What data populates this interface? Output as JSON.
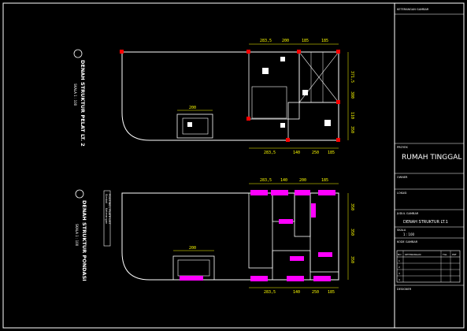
{
  "drawing": {
    "plan_top": {
      "title": "DENAH STRUKTUR PELAT LT. 2",
      "scale": "SKALA 1 : 100",
      "dims_top": [
        "283,5",
        "200",
        "185",
        "185"
      ],
      "dims_bottom": [
        "283,5",
        "140",
        "250",
        "185"
      ],
      "dims_right": [
        "371,5",
        "380",
        "110",
        "350"
      ],
      "dim_small": "200"
    },
    "plan_bottom": {
      "title": "DENAH STRUKTUR PONDASI",
      "scale": "SKALA 1 : 100",
      "legend_title": "Simbol",
      "legend_col2": "Keterangan",
      "legend_row": "FOOTING / PLATE LIST",
      "dims_top": [
        "283,5",
        "140",
        "200",
        "185"
      ],
      "dims_bottom": [
        "283,5",
        "140",
        "250",
        "185"
      ],
      "dims_right": [
        "350",
        "350",
        "350"
      ],
      "dim_small": "200"
    }
  },
  "title_block": {
    "header": "KETERANGAN GAMBAR",
    "project_label": "PROYEK",
    "project_name": "RUMAH TINGGAL",
    "owner_label": "OWNER",
    "location_label": "LOKASI",
    "drawing_label": "JUDUL GAMBAR",
    "drawing_title": "DENAH STRUKTUR LT.1",
    "scale_label": "SKALA",
    "scale_value": "1 : 100",
    "sheet_label": "KODE GAMBAR",
    "table_headers": [
      "NO",
      "KETERANGAN",
      "TGL",
      "PRF"
    ],
    "table_rows": [
      "1",
      "2",
      "3",
      "4"
    ],
    "footer_label": "DESIGNER"
  },
  "colors": {
    "frame": "#ffffff",
    "dim": "#ffff00",
    "magenta": "#ff00ff",
    "red": "#ff0000",
    "cyan": "#00ffff"
  }
}
